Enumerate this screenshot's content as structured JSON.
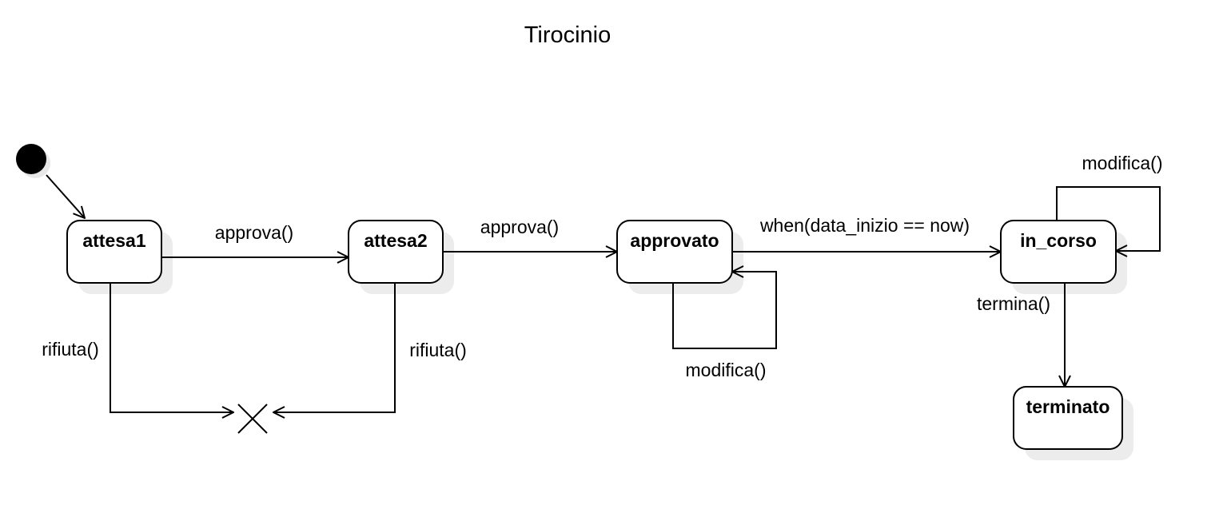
{
  "title": "Tirocinio",
  "states": {
    "attesa1": "attesa1",
    "attesa2": "attesa2",
    "approvato": "approvato",
    "in_corso": "in_corso",
    "terminato": "terminato"
  },
  "transitions": {
    "attesa1_to_attesa2": "approva()",
    "attesa2_to_approvato": "approva()",
    "approvato_to_in_corso": "when(data_inizio == now)",
    "approvato_self": "modifica()",
    "in_corso_self": "modifica()",
    "in_corso_to_terminato": "termina()",
    "attesa1_to_terminate": "rifiuta()",
    "attesa2_to_terminate": "rifiuta()"
  }
}
